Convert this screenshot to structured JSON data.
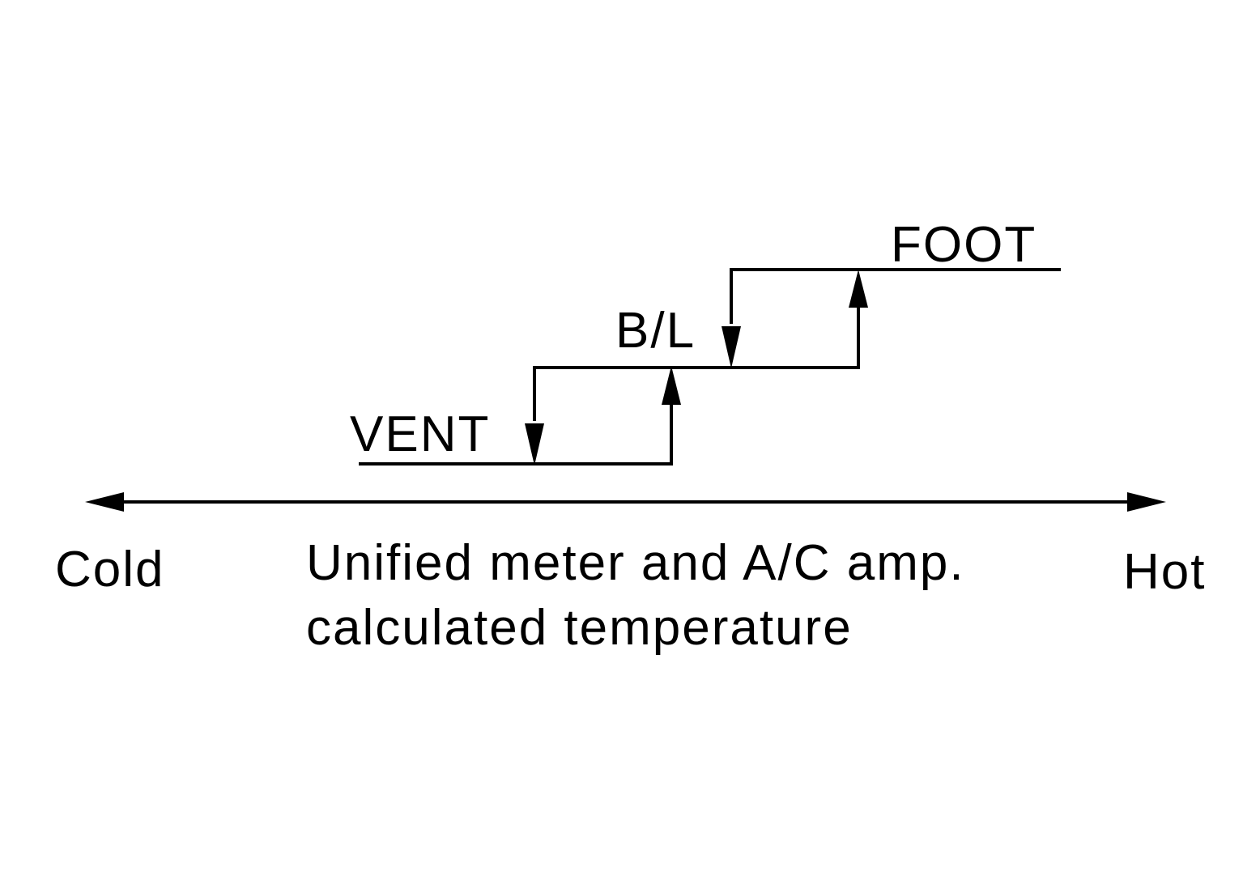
{
  "diagram": {
    "modes": {
      "vent": "VENT",
      "bilevel": "B/L",
      "foot": "FOOT"
    },
    "axis": {
      "left_label": "Cold",
      "right_label": "Hot",
      "title_line1": "Unified meter and A/C amp.",
      "title_line2": "calculated temperature"
    }
  }
}
